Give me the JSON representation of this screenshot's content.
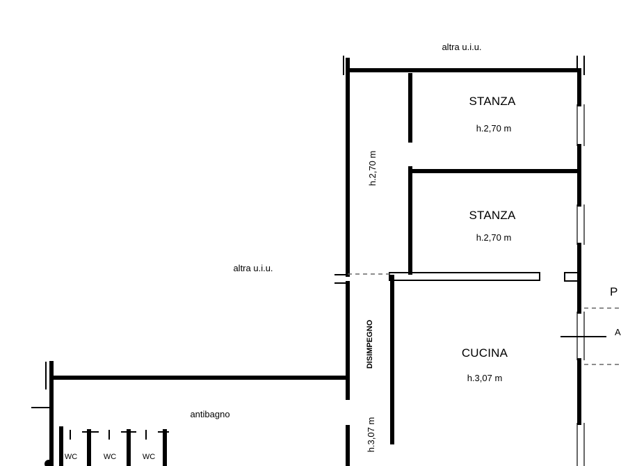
{
  "labels": {
    "top_unit": "altra u.i.u.",
    "left_unit": "altra u.i.u.",
    "room1_name": "STANZA",
    "room1_height": "h.2,70 m",
    "room2_name": "STANZA",
    "room2_height": "h.2,70 m",
    "corridor_height_top": "h.2,70 m",
    "corridor_name": "DISIMPEGNO",
    "corridor_height_bottom": "h.3,07 m",
    "kitchen_name": "CUCINA",
    "kitchen_height": "h.3,07 m",
    "antibagno": "antibagno",
    "wc1": "WC",
    "wc2": "WC",
    "wc3": "WC",
    "edge_p": "P",
    "edge_a": "A"
  }
}
